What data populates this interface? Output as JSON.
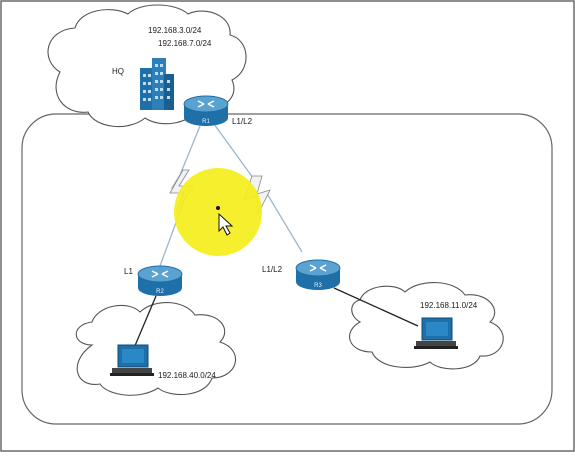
{
  "diagram": {
    "hq_label": "HQ",
    "hq_networks": [
      "192.168.3.0/24",
      "192.168.7.0/24"
    ],
    "routers": {
      "r1": {
        "name": "R1",
        "interface_label": "L1/L2"
      },
      "r2": {
        "name": "R2",
        "interface_label": "L1"
      },
      "r3": {
        "name": "R3",
        "interface_label": "L1/L2"
      }
    },
    "lan_left": "192.168.40.0/24",
    "lan_right": "192.168.11.0/24"
  },
  "colors": {
    "router_blue": "#1f6fa8",
    "router_top": "#5aa2cf",
    "highlight_yellow": "#f4ee1c",
    "cloud_stroke": "#555555",
    "link_line": "#9ab8cc"
  },
  "icons": [
    "building-icon",
    "router-icon",
    "computer-icon",
    "cursor-icon",
    "serial-link-icon"
  ]
}
